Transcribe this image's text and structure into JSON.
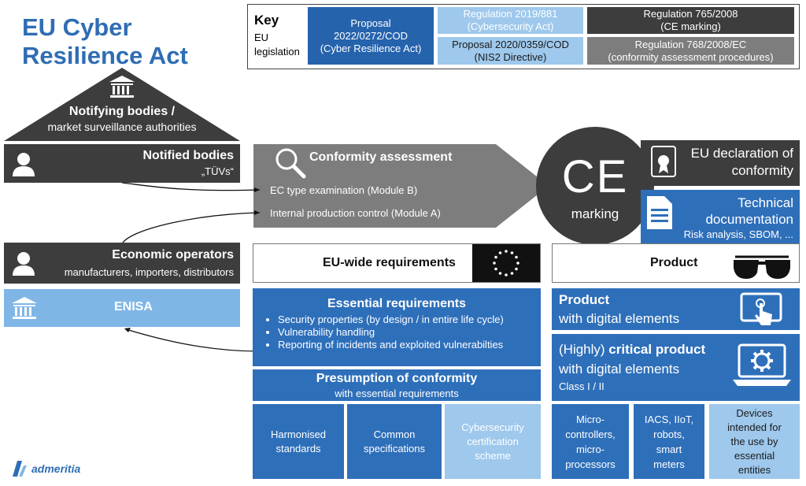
{
  "title_line1": "EU Cyber",
  "title_line2": "Resilience Act",
  "key": {
    "heading": "Key",
    "sub_line1": "EU",
    "sub_line2": "legislation",
    "items": [
      {
        "line1": "Proposal",
        "line2": "2022/0272/COD",
        "line3": "(Cyber Resilience Act)"
      },
      {
        "line1": "Regulation 2019/881",
        "line2": "(Cybersecurity Act)"
      },
      {
        "line1": "Proposal 2020/0359/COD",
        "line2": "(NIS2 Directive)"
      },
      {
        "line1": "Regulation 765/2008",
        "line2": "(CE marking)"
      },
      {
        "line1": "Regulation 768/2008/EC",
        "line2": "(conformity assessment procedures)"
      }
    ]
  },
  "notifying": {
    "line1": "Notifying bodies /",
    "line2": "market surveillance authorities"
  },
  "notified": {
    "title": "Notified bodies",
    "sub": "„TÜVs“"
  },
  "economic": {
    "title": "Economic operators",
    "sub": "manufacturers, importers, distributors"
  },
  "enisa": {
    "title": "ENISA"
  },
  "conformity": {
    "title": "Conformity assessment",
    "module_b": "EC type examination (Module B)",
    "module_a": "Internal production control (Module A)"
  },
  "ce": {
    "symbol": "CE",
    "label": "marking"
  },
  "declaration": {
    "line1": "EU declaration of",
    "line2": "conformity"
  },
  "techdoc": {
    "line1": "Technical",
    "line2": "documentation",
    "line3": "Risk analysis, SBOM, ..."
  },
  "eu_wide": {
    "title": "EU-wide requirements"
  },
  "product_header": {
    "title": "Product"
  },
  "essential": {
    "title": "Essential requirements",
    "items": [
      "Security properties (by design / in entire life cycle)",
      "Vulnerability handling",
      "Reporting of incidents and exploited vulnerabilties"
    ]
  },
  "presumption": {
    "title": "Presumption of conformity",
    "sub": "with essential requirements"
  },
  "standards": [
    {
      "line1": "Harmonised",
      "line2": "standards"
    },
    {
      "line1": "Common",
      "line2": "specifications"
    },
    {
      "line1": "Cybersecurity",
      "line2": "certification",
      "line3": "scheme"
    }
  ],
  "product_digital": {
    "line1": "Product",
    "line2": "with digital elements"
  },
  "critical": {
    "line1_pre": "(Highly) ",
    "line1_bold": "critical product",
    "line2": "with digital elements",
    "line3": "Class I / II"
  },
  "categories": [
    {
      "line1": "Micro-",
      "line2": "controllers,",
      "line3": "micro-",
      "line4": "processors"
    },
    {
      "line1": "IACS, IIoT,",
      "line2": "robots,",
      "line3": "smart",
      "line4": "meters"
    },
    {
      "line1": "Devices",
      "line2": "intended for",
      "line3": "the use by",
      "line4": "essential",
      "line5": "entities"
    }
  ],
  "logo": {
    "text": "admeritia"
  },
  "colors": {
    "blue": "#2563ad",
    "light_blue": "#9ec8ec",
    "dark": "#3d3d3d",
    "grey": "#7d7d7d",
    "title": "#2f6db4"
  }
}
